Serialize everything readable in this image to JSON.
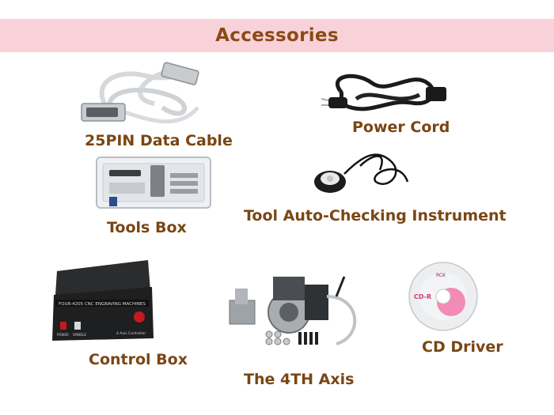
{
  "banner": {
    "title": "Accessories"
  },
  "items": {
    "data_cable": {
      "label": "25PIN Data Cable"
    },
    "power_cord": {
      "label": "Power Cord"
    },
    "tools_box": {
      "label": "Tools Box"
    },
    "tool_checker": {
      "label": "Tool Auto-Checking Instrument"
    },
    "control_box": {
      "label": "Control Box",
      "panel_title": "FOUR-4205 CNC ENGRAVING MACHINES",
      "sub_label": "4 Axis Controller",
      "power_text": "POWER",
      "spindle_text": "SPINDLE"
    },
    "fourth_axis": {
      "label": "The 4TH Axis"
    },
    "cd_driver": {
      "label": "CD Driver",
      "disc_text": "CD-R",
      "brand_text": "RCK"
    }
  },
  "colors": {
    "banner_bg": "#f9d2d9",
    "title_text": "#8a4a17",
    "label_text": "#7a4614"
  }
}
